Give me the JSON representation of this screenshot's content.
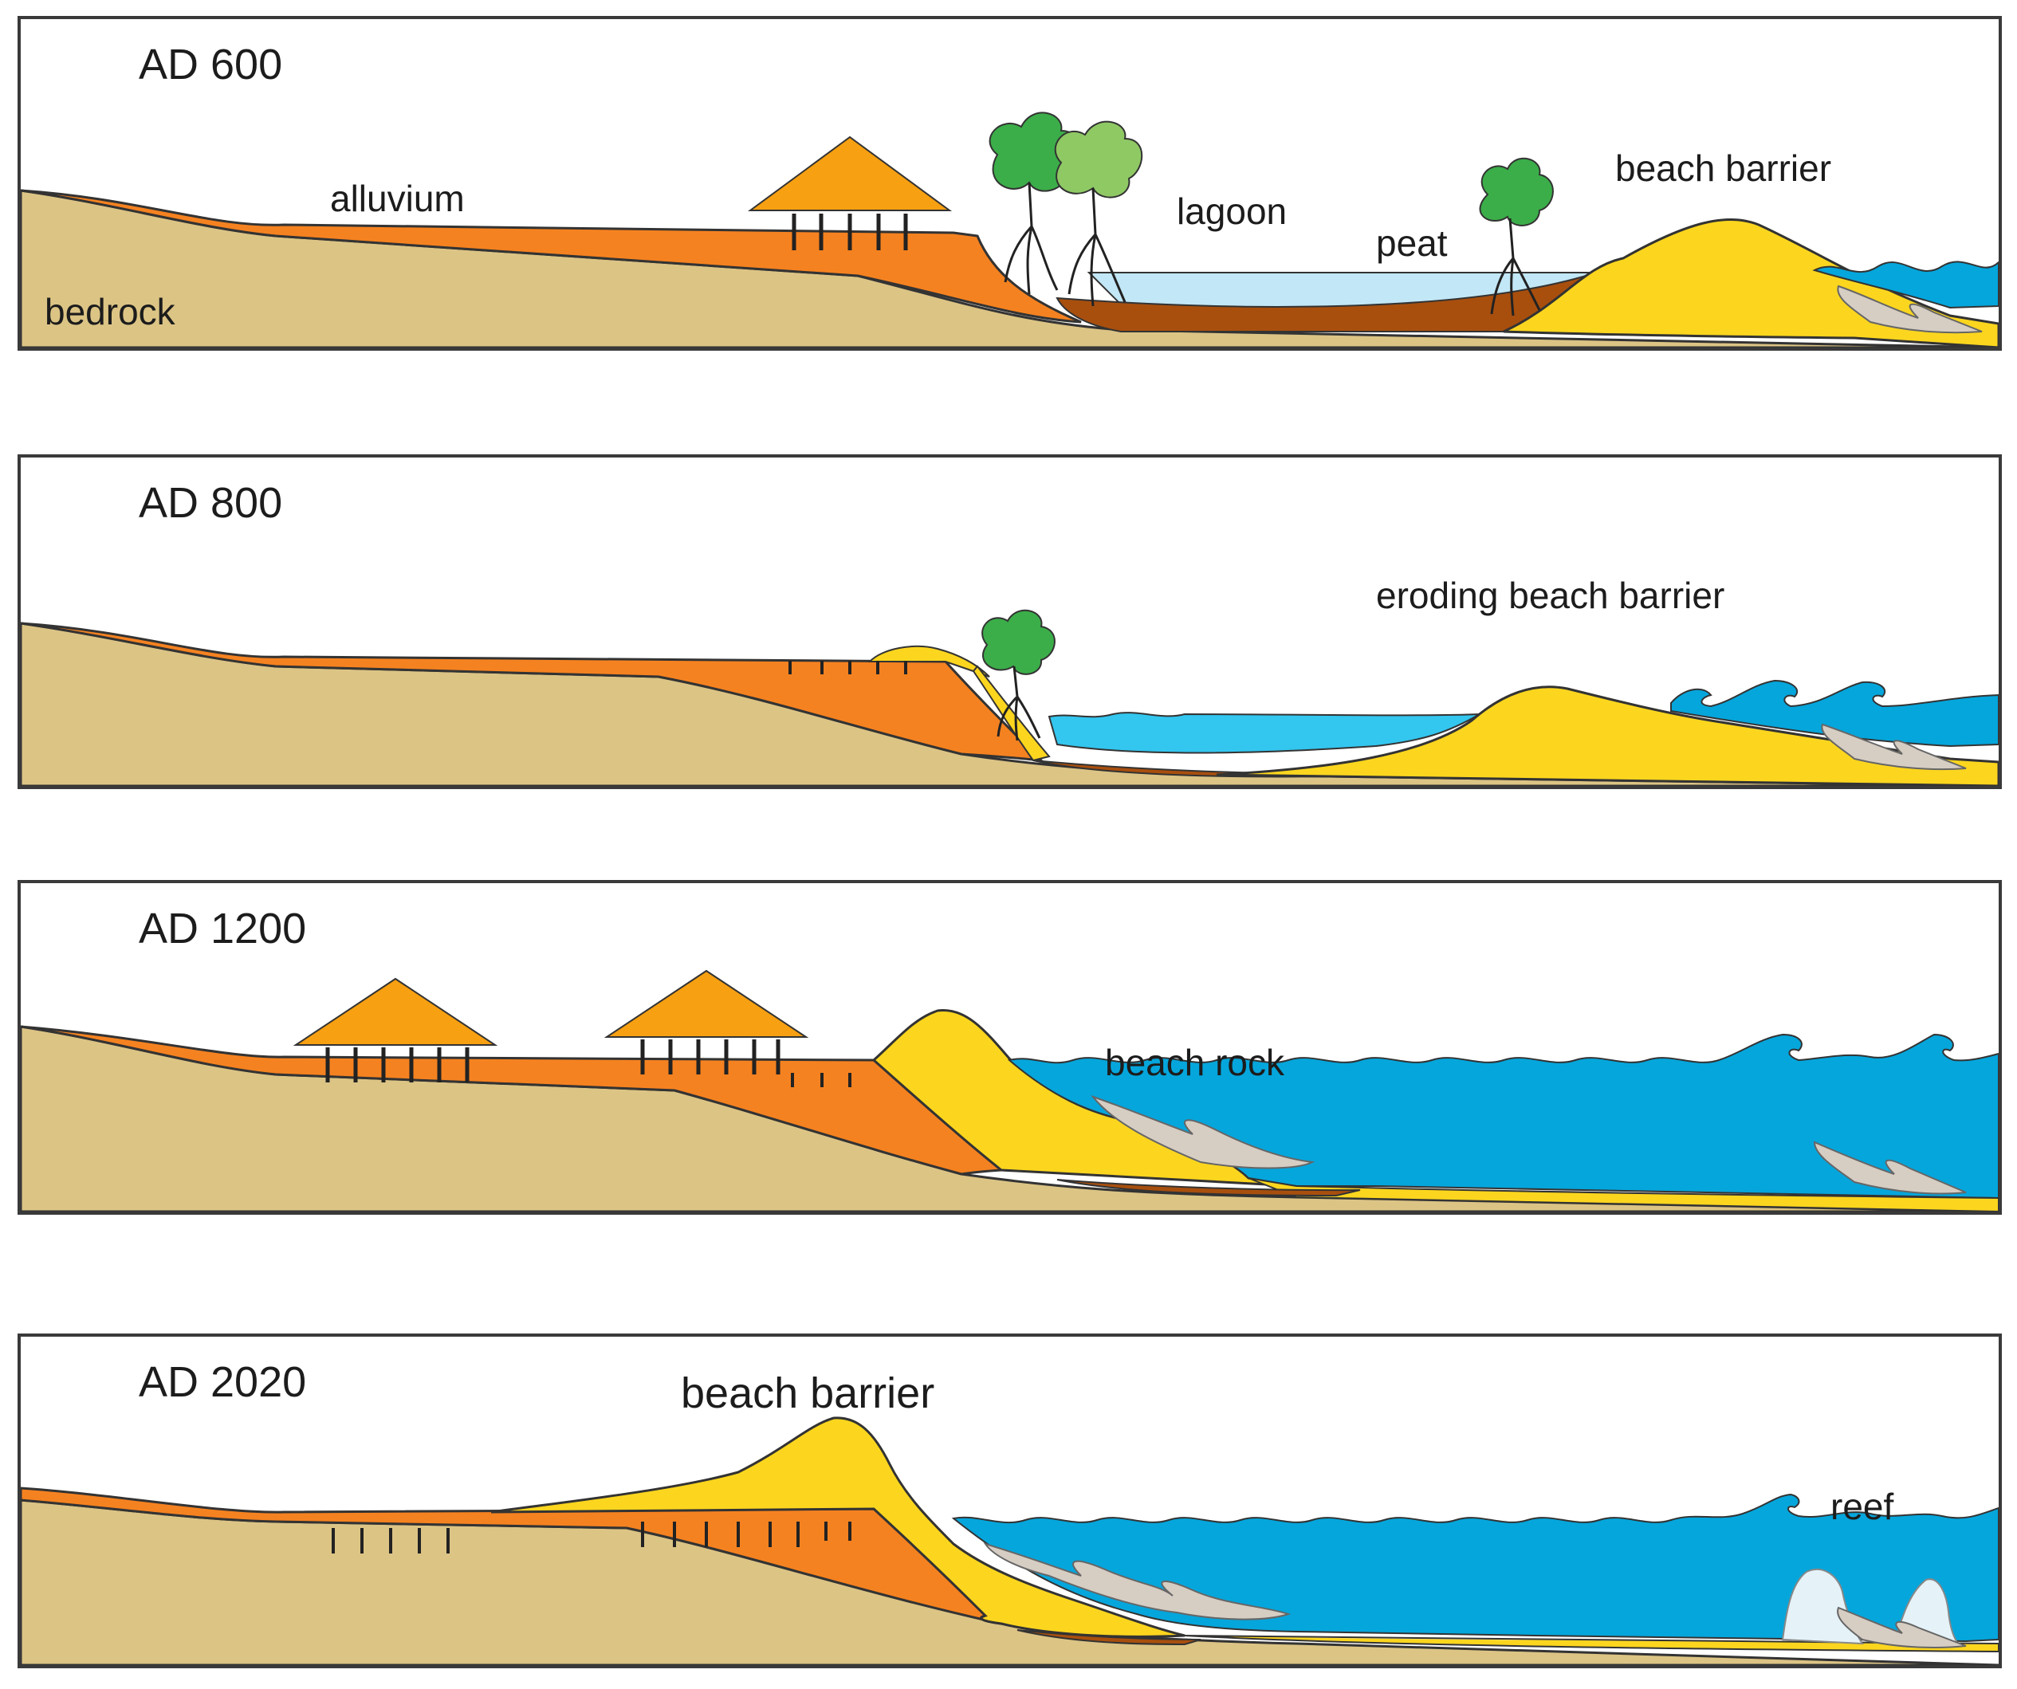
{
  "panels": [
    {
      "title": "AD 600",
      "labels": {
        "alluvium": "alluvium",
        "bedrock": "bedrock",
        "lagoon": "lagoon",
        "peat": "peat",
        "beach_barrier": "beach barrier"
      },
      "icons": [
        "stilt-house-icon",
        "mangrove-tree-icon",
        "mangrove-tree-icon",
        "mangrove-tree-icon",
        "beach-rock-icon",
        "wave-icon"
      ]
    },
    {
      "title": "AD 800",
      "labels": {
        "eroding_beach_barrier": "eroding beach barrier"
      },
      "icons": [
        "house-post-remains-icon",
        "mangrove-tree-icon",
        "beach-rock-icon",
        "wave-icon"
      ]
    },
    {
      "title": "AD 1200",
      "labels": {
        "beach_rock": "beach rock"
      },
      "icons": [
        "stilt-house-icon",
        "stilt-house-icon",
        "beach-rock-icon",
        "beach-rock-icon",
        "wave-icon"
      ]
    },
    {
      "title": "AD 2020",
      "labels": {
        "beach_barrier": "beach barrier",
        "reef": "reef"
      },
      "icons": [
        "house-post-remains-icon",
        "beach-rock-icon",
        "reef-icon",
        "wave-icon"
      ]
    }
  ],
  "colors": {
    "bedrock": "#dcc485",
    "alluvium": "#f58220",
    "beach_sand": "#fcd61e",
    "peat": "#a84f0e",
    "lagoon_shallow": "#c2e7f6",
    "lagoon_water": "#33c6ef",
    "sea": "#05a6dc",
    "beach_rock": "#d6cdc3",
    "reef": "#e5f3f9",
    "roof": "#f7a011",
    "foliage_dark": "#3bae49",
    "foliage_light": "#8fc964",
    "outline": "#333333"
  }
}
